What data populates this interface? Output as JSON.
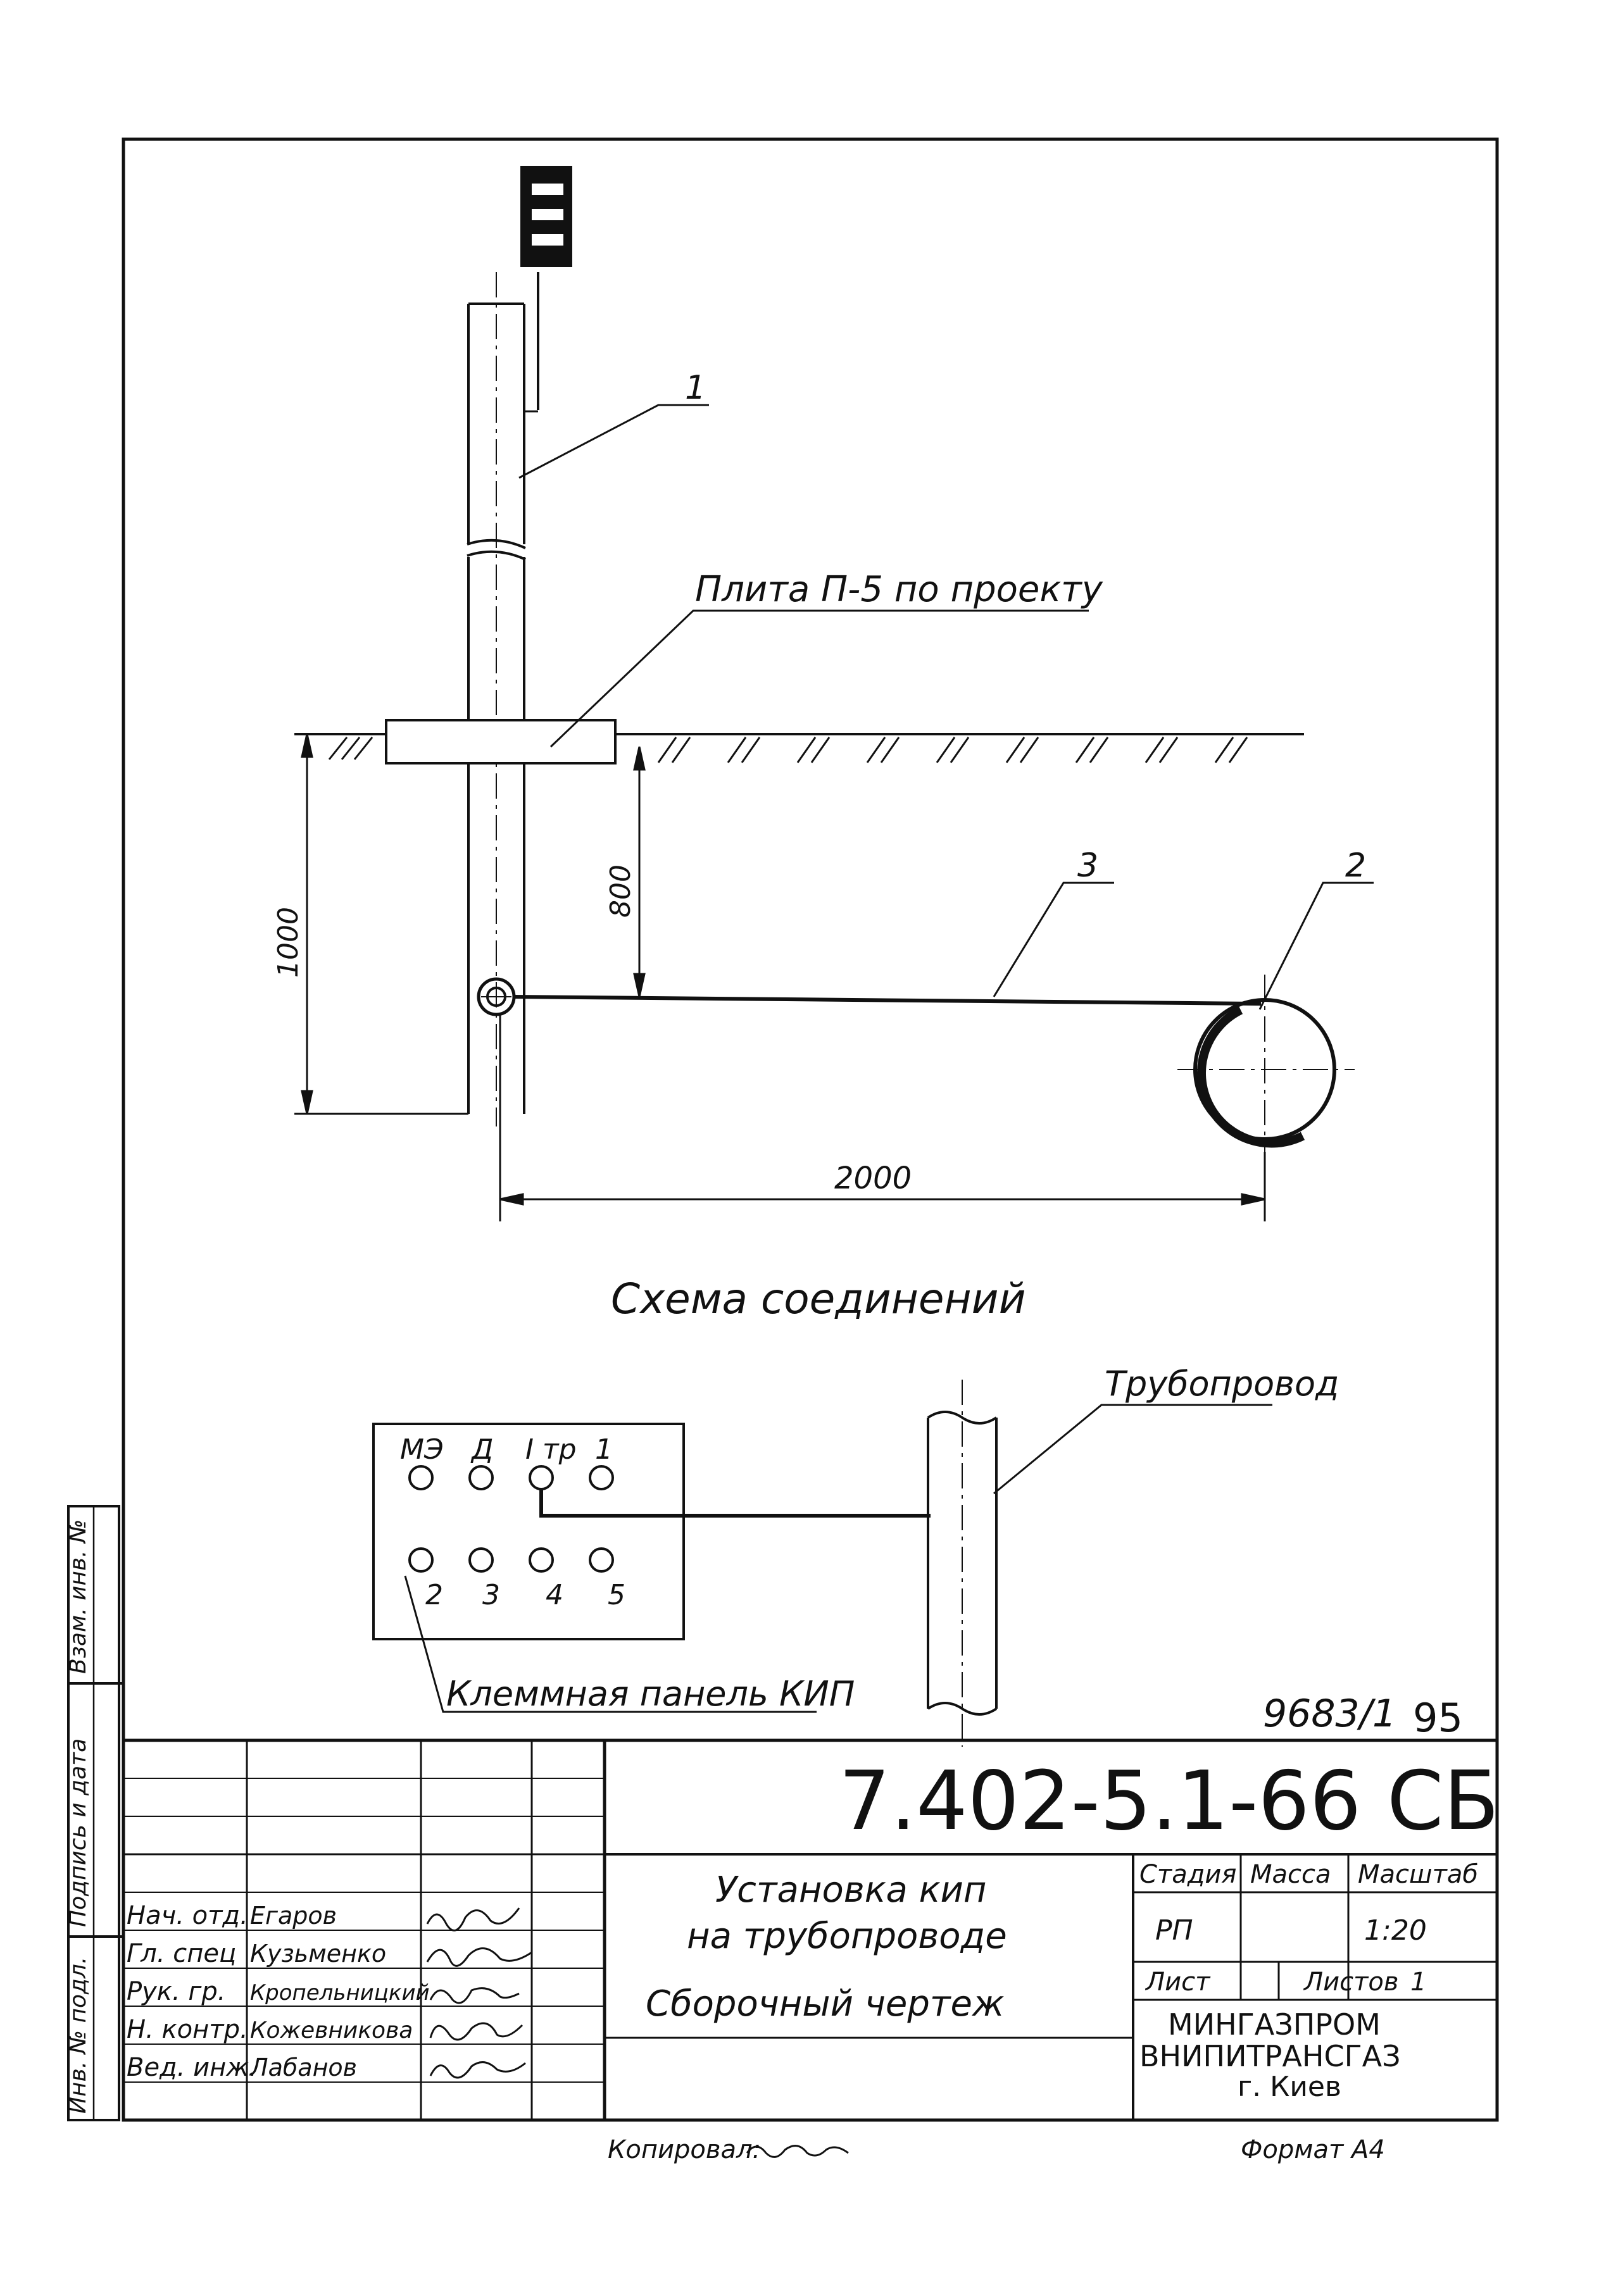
{
  "drawing": {
    "callouts": {
      "post": "1",
      "pipe": "2",
      "cable": "3"
    },
    "plate_label": "Плита П-5 по проекту",
    "dimensions": {
      "depth_1000": "1000",
      "depth_800": "800",
      "distance_2000": "2000"
    },
    "schema_title": "Схема соединений",
    "pipeline_label": "Трубопровод",
    "terminal_panel": {
      "top_labels": [
        "МЭ",
        "Д",
        "I тр",
        "1"
      ],
      "bottom_labels": [
        "2",
        "3",
        "4",
        "5"
      ],
      "caption": "Клеммная панель КИП"
    },
    "sheet_ref": "9683/1",
    "sheet_ref_page": "95"
  },
  "title_block": {
    "document_code": "7.402-5.1-66 СБ",
    "title_line1": "Установка кип",
    "title_line2": "на трубопроводе",
    "subtitle": "Сборочный чертеж",
    "headers": {
      "stage": "Стадия",
      "mass": "Масса",
      "scale": "Масштаб"
    },
    "stage_value": "РП",
    "mass_value": "",
    "scale_value": "1:20",
    "sheet_label": "Лист",
    "sheets_label": "Листов",
    "sheets_count": "1",
    "org_line1": "МИНГАЗПРОМ",
    "org_line2": "ВНИПИТРАНСГАЗ",
    "org_line3": "г. Киев",
    "people": [
      {
        "role": "Нач. отд.",
        "name": "Егаров"
      },
      {
        "role": "Гл. спец",
        "name": "Кузьменко"
      },
      {
        "role": "Рук. гр.",
        "name": "Кропельницкий"
      },
      {
        "role": "Н. контр.",
        "name": "Кожевникова"
      },
      {
        "role": "Вед. инж.",
        "name": "Лабанов"
      }
    ]
  },
  "side_stamp": {
    "inv_no": "Взам. инв. №",
    "sign_date": "Подпись и дата",
    "inv_orig": "Инв. № подл."
  },
  "footer": {
    "copied": "Копировал:",
    "format": "Формат А4"
  }
}
